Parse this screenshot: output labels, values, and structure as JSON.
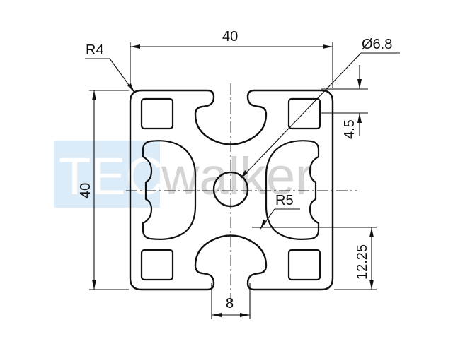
{
  "watermark": {
    "text_left": "TEC",
    "text_right": "walker",
    "box_color": "#dcebf8",
    "left_text_color": "#ffffff",
    "right_text_color": "#d4d4d4"
  },
  "dimensions": {
    "width": "40",
    "height": "40",
    "bore": "Ø6.8",
    "corner_radius": "R4",
    "inner_radius": "R5",
    "slot_depth": "4.5",
    "offset": "12.25",
    "slot_width": "8"
  },
  "colors": {
    "line": "#111111",
    "background": "#ffffff"
  }
}
